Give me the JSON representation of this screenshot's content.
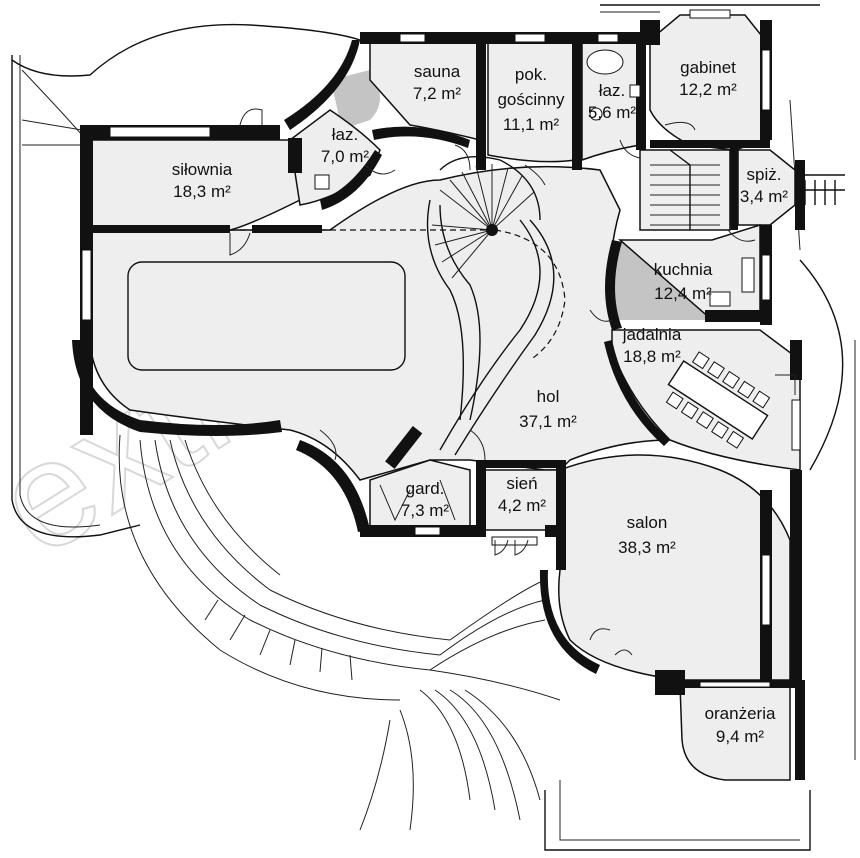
{
  "watermark": "extradom",
  "rooms": [
    {
      "name": "siłownia",
      "area": "18,3 m²"
    },
    {
      "name": "łaz.",
      "area": "7,0 m²"
    },
    {
      "name": "sauna",
      "area": "7,2 m²"
    },
    {
      "name": "pok.",
      "name2": "gościnny",
      "area": "11,1 m²"
    },
    {
      "name": "łaz.",
      "area": "5,6 m²"
    },
    {
      "name": "gabinet",
      "area": "12,2 m²"
    },
    {
      "name": "spiż.",
      "area": "3,4 m²"
    },
    {
      "name": "kuchnia",
      "area": "12,4 m²"
    },
    {
      "name": "jadalnia",
      "area": "18,8 m²"
    },
    {
      "name": "hol",
      "area": "37,1 m²"
    },
    {
      "name": "gard.",
      "area": "7,3 m²"
    },
    {
      "name": "sień",
      "area": "4,2 m²"
    },
    {
      "name": "salon",
      "area": "38,3 m²"
    },
    {
      "name": "oranżeria",
      "area": "9,4 m²"
    }
  ]
}
